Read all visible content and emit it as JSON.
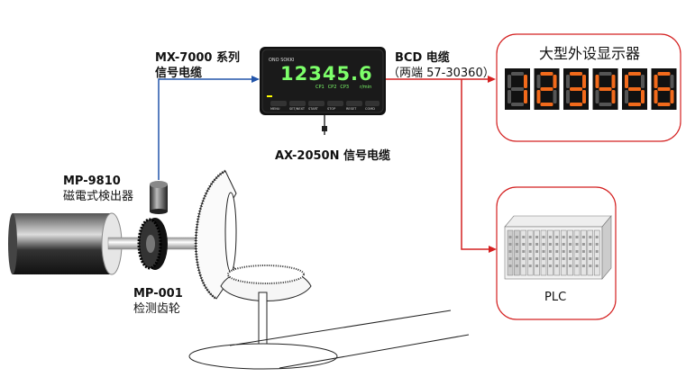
{
  "labels": {
    "mx_cable_line1": "MX-7000 系列",
    "mx_cable_line2": "信号电缆",
    "bcd_line1": "BCD 电缆",
    "bcd_line2": "（两端 57-30360）",
    "ax_cable": "AX-2050N 信号电缆",
    "sensor_line1": "MP-9810",
    "sensor_line2": "磁電式検出器",
    "gear_line1": "MP-001",
    "gear_line2": "检测齿轮",
    "external_display_title": "大型外设显示器",
    "plc": "PLC"
  },
  "device": {
    "brand": "ONO SOKKI",
    "reading": "12345.6",
    "indicators": [
      "CP1",
      "CP2",
      "CP3"
    ],
    "unit": "r/min",
    "buttons": [
      "MENU",
      "SET/NEXT",
      "START",
      "STOP",
      "RESET",
      "COMD"
    ]
  },
  "external_display": {
    "digits": [
      "1",
      "2",
      "3",
      "4",
      "5",
      "6"
    ]
  },
  "colors": {
    "blue_cable": "#2255aa",
    "red_cable": "#d42020",
    "segment_on": "#f26a1b",
    "segment_off": "#555555",
    "device_text": "#7dff6a"
  }
}
